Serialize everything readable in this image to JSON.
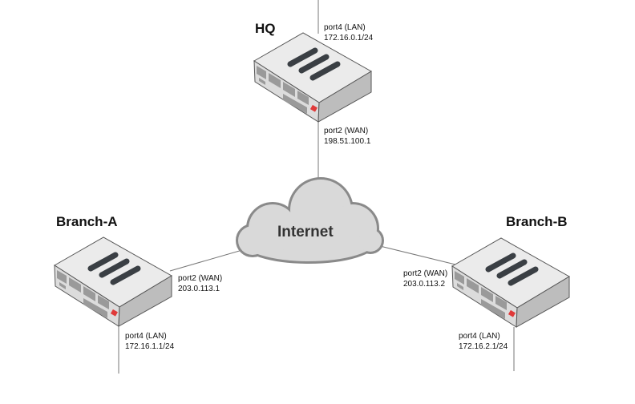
{
  "sites": {
    "hq": {
      "name": "HQ",
      "lan_port": "port4 (LAN)",
      "lan_ip": "172.16.0.1/24",
      "wan_port": "port2 (WAN)",
      "wan_ip": "198.51.100.1"
    },
    "branch_a": {
      "name": "Branch-A",
      "wan_port": "port2 (WAN)",
      "wan_ip": "203.0.113.1",
      "lan_port": "port4 (LAN)",
      "lan_ip": "172.16.1.1/24"
    },
    "branch_b": {
      "name": "Branch-B",
      "wan_port": "port2 (WAN)",
      "wan_ip": "203.0.113.2",
      "lan_port": "port4 (LAN)",
      "lan_ip": "172.16.2.1/24"
    }
  },
  "cloud": {
    "label": "Internet"
  },
  "colors": {
    "line": "#777777",
    "cloud_fill": "#d9d9d9",
    "cloud_stroke": "#8a8a8a",
    "device_top": "#e8e8e8",
    "device_side": "#bdbdbd",
    "logo": "#e03a3a"
  }
}
